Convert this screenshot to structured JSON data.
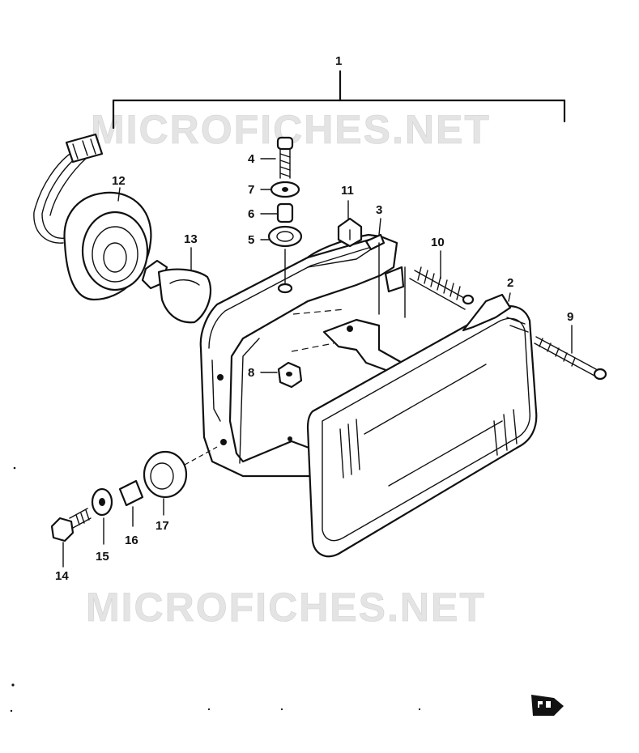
{
  "watermarks": [
    "MICROFICHES.NET",
    "MICROFICHES.NET"
  ],
  "callouts": [
    {
      "id": "1",
      "text": "1"
    },
    {
      "id": "2",
      "text": "2"
    },
    {
      "id": "3",
      "text": "3"
    },
    {
      "id": "4",
      "text": "4"
    },
    {
      "id": "5",
      "text": "5"
    },
    {
      "id": "6",
      "text": "6"
    },
    {
      "id": "7",
      "text": "7"
    },
    {
      "id": "8",
      "text": "8"
    },
    {
      "id": "9",
      "text": "9"
    },
    {
      "id": "10",
      "text": "10"
    },
    {
      "id": "11",
      "text": "11"
    },
    {
      "id": "12",
      "text": "12"
    },
    {
      "id": "13",
      "text": "13"
    },
    {
      "id": "14",
      "text": "14"
    },
    {
      "id": "15",
      "text": "15"
    },
    {
      "id": "16",
      "text": "16"
    },
    {
      "id": "17",
      "text": "17"
    }
  ],
  "front_marker_icon": "front-arrow-icon",
  "colors": {
    "ink": "#111111",
    "watermark": "#e4e4e4",
    "background": "#ffffff"
  }
}
